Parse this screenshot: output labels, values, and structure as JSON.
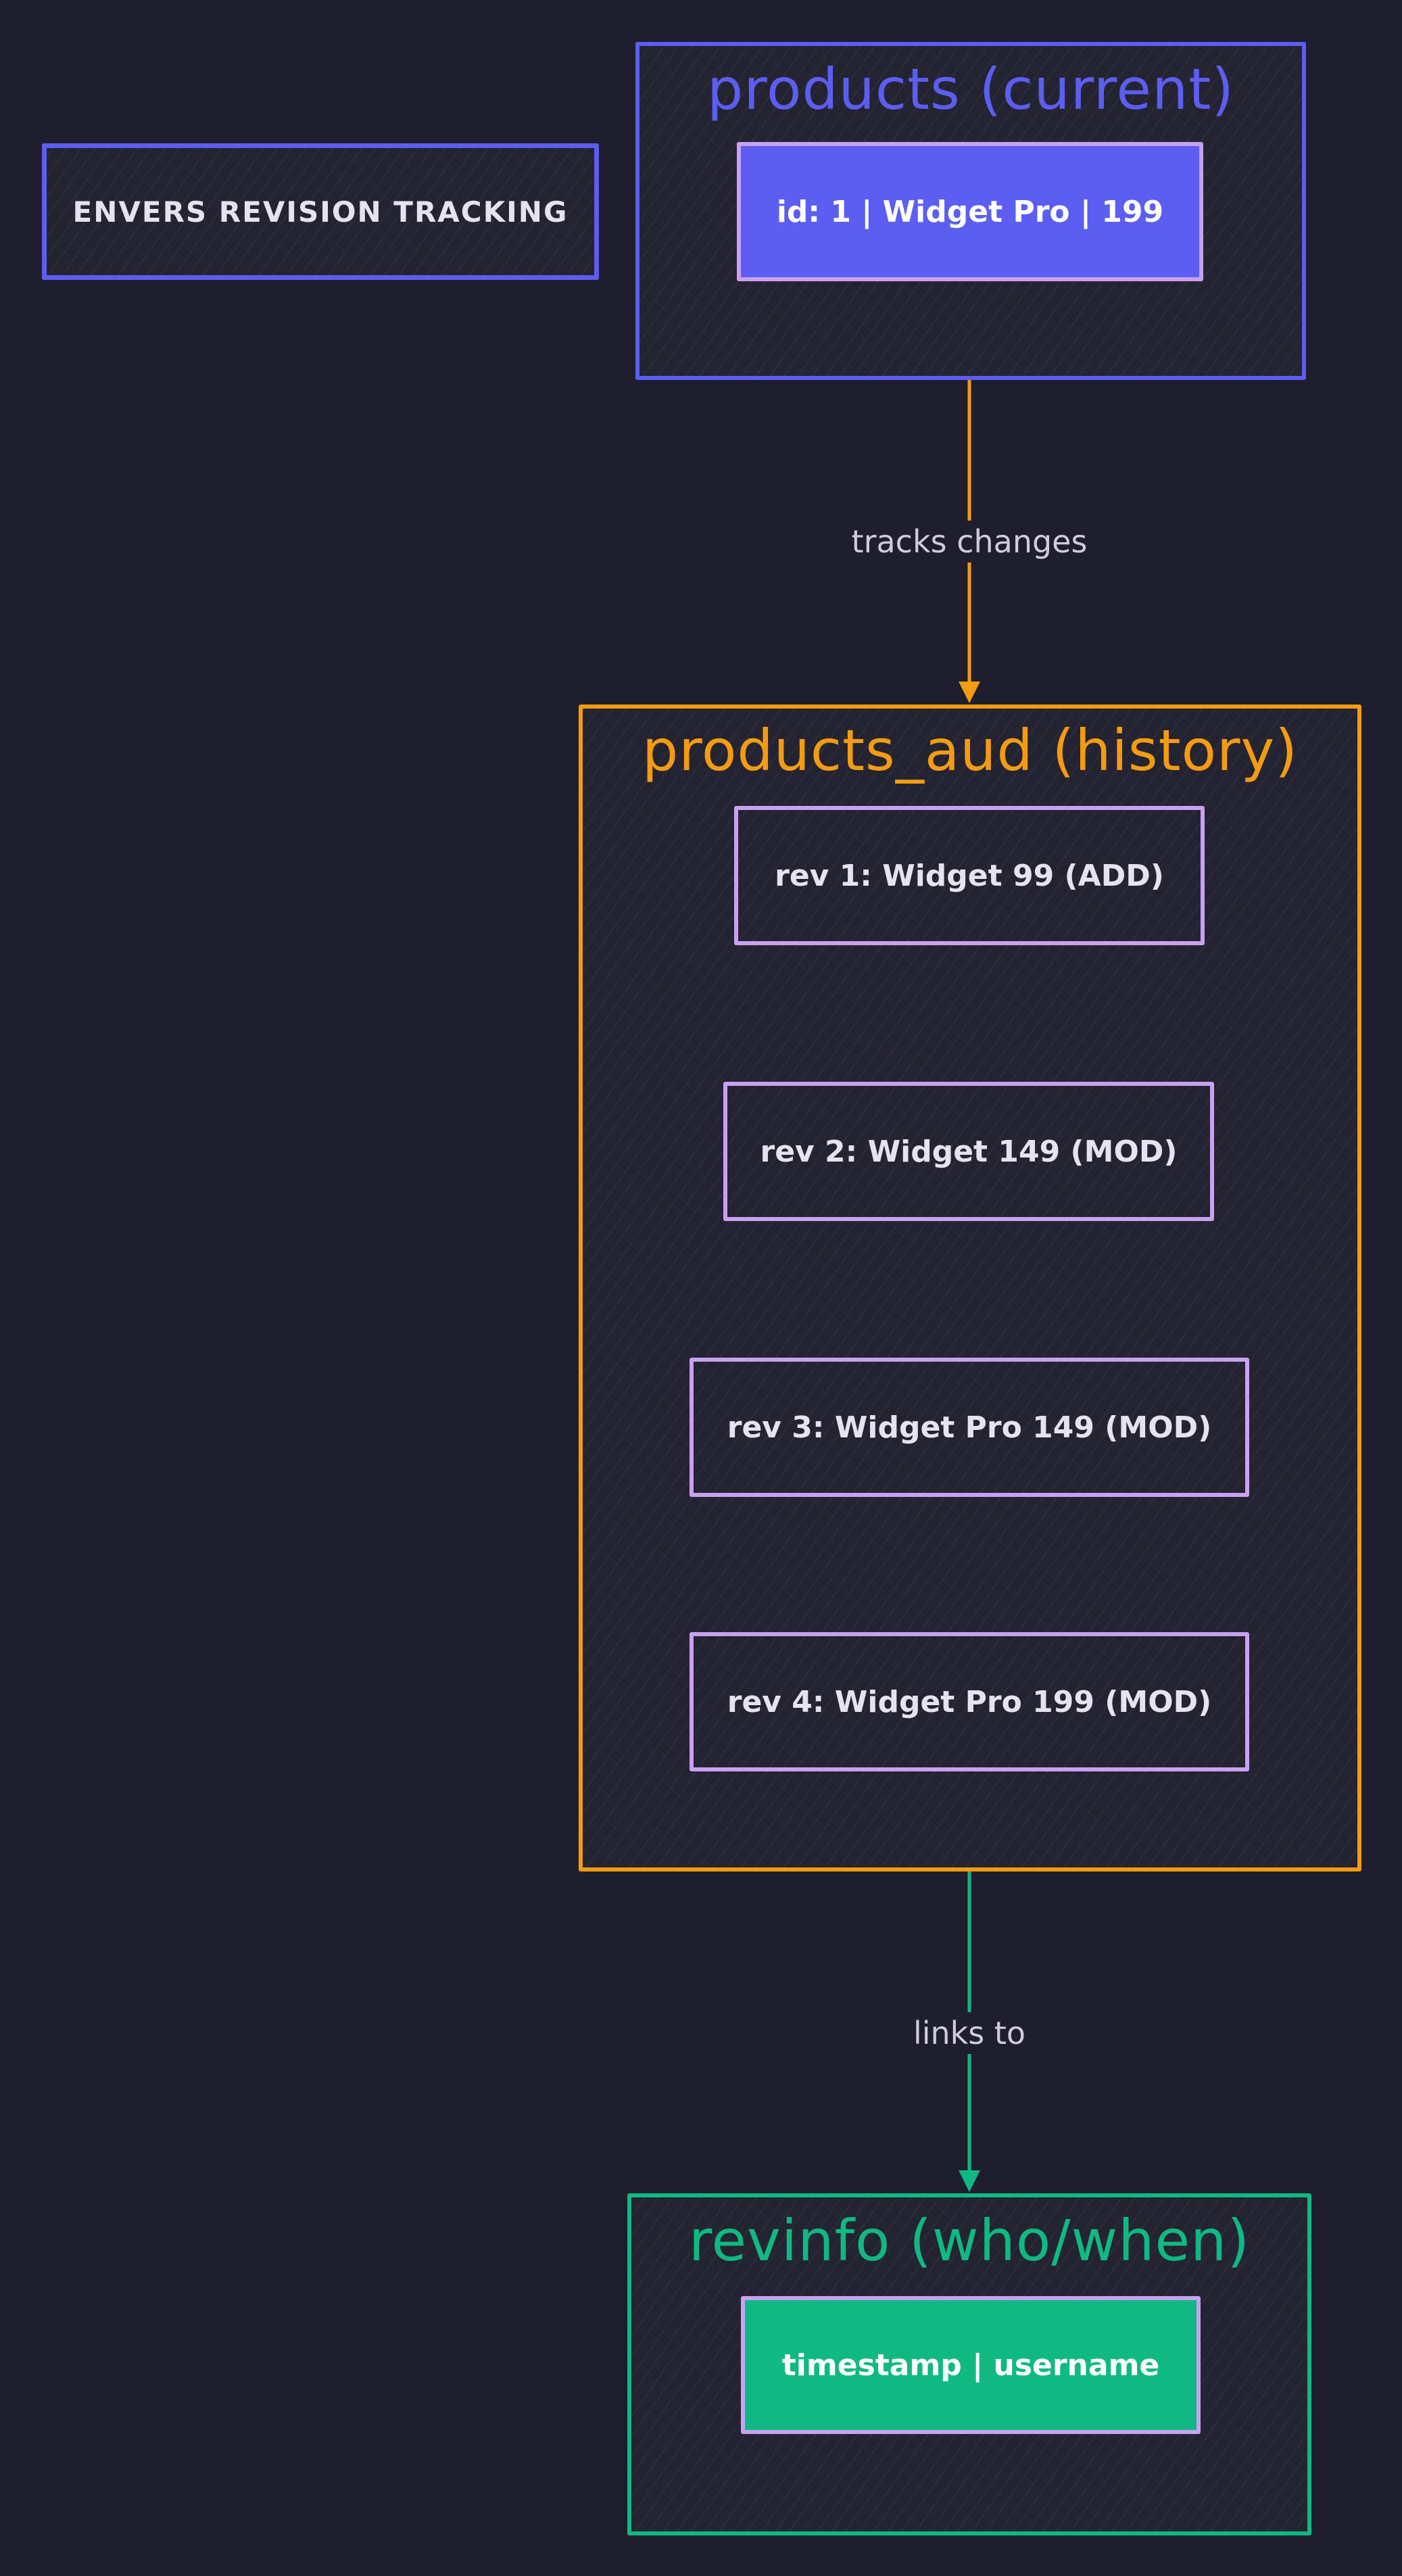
{
  "diagram_title": "ENVERS REVISION TRACKING",
  "groups": {
    "current": {
      "title": "products (current)",
      "color": "#5b5ef0",
      "row": "id: 1 | Widget Pro | 199"
    },
    "history": {
      "title": "products_aud (history)",
      "color": "#f39c12",
      "revisions": [
        "rev 1: Widget 99 (ADD)",
        "rev 2: Widget 149 (MOD)",
        "rev 3: Widget Pro 149 (MOD)",
        "rev 4: Widget Pro 199 (MOD)"
      ]
    },
    "revinfo": {
      "title": "revinfo (who/when)",
      "color": "#10b981",
      "row": "timestamp | username"
    }
  },
  "edges": {
    "current_to_history": "tracks changes",
    "history_to_revinfo": "links to"
  },
  "colors": {
    "background": "#1e1e2e",
    "node_border": "#c9a0f2",
    "node_text": "#e6e2f2",
    "current_fill": "#5b5ef0",
    "revinfo_fill": "#10b981",
    "revision_arrow": "#c9a0f2"
  }
}
